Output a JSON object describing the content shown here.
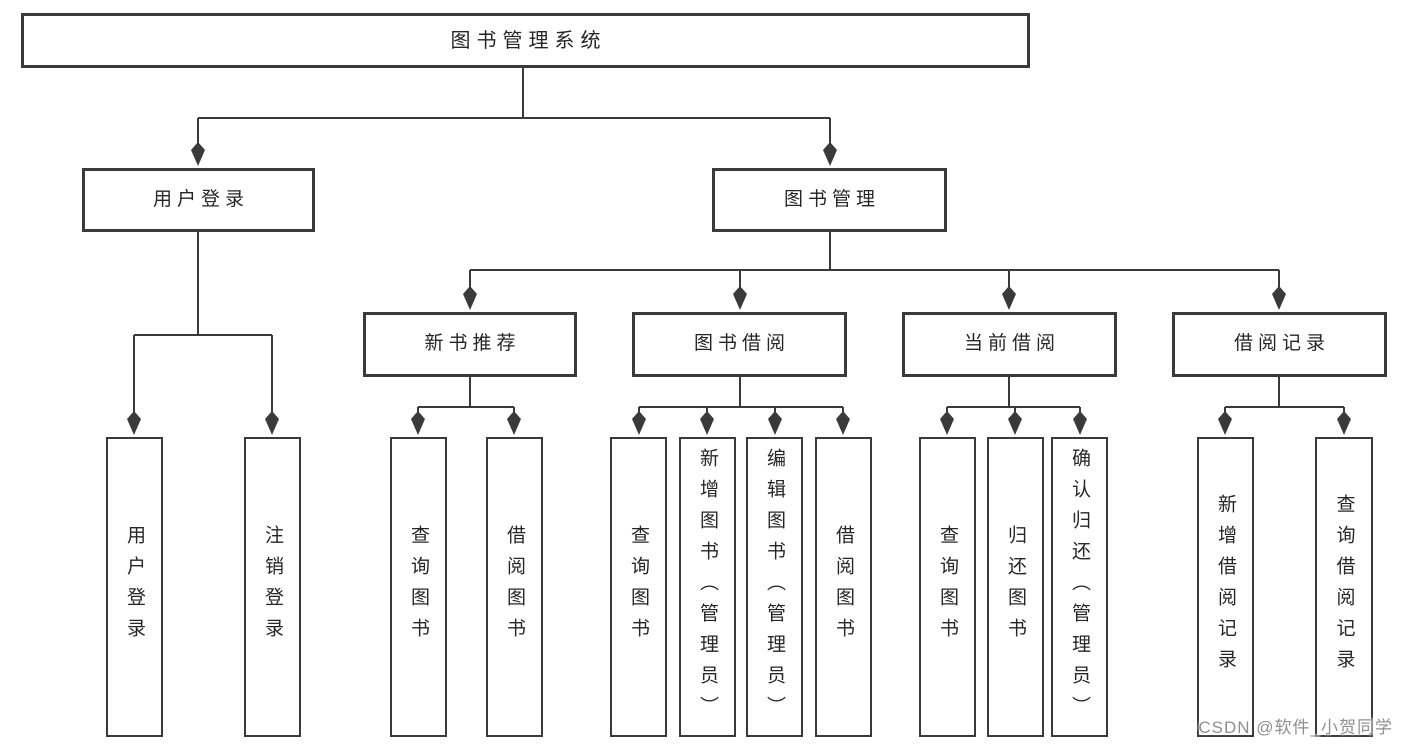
{
  "diagram": {
    "title_node": "图书管理系统",
    "root": {
      "label": "图书管理系统"
    },
    "level2": [
      {
        "label": "用户登录",
        "parent": "图书管理系统"
      },
      {
        "label": "图书管理",
        "parent": "图书管理系统"
      }
    ],
    "level3": [
      {
        "label": "新书推荐",
        "parent": "图书管理"
      },
      {
        "label": "图书借阅",
        "parent": "图书管理"
      },
      {
        "label": "当前借阅",
        "parent": "图书管理"
      },
      {
        "label": "借阅记录",
        "parent": "图书管理"
      }
    ],
    "leaves": [
      {
        "label": "用户登录",
        "parent": "用户登录"
      },
      {
        "label": "注销登录",
        "parent": "用户登录"
      },
      {
        "label": "查询图书",
        "parent": "新书推荐"
      },
      {
        "label": "借阅图书",
        "parent": "新书推荐"
      },
      {
        "label": "查询图书",
        "parent": "图书借阅"
      },
      {
        "label": "新增图书（管理员）",
        "parent": "图书借阅"
      },
      {
        "label": "编辑图书（管理员）",
        "parent": "图书借阅"
      },
      {
        "label": "借阅图书",
        "parent": "图书借阅"
      },
      {
        "label": "查询图书",
        "parent": "当前借阅"
      },
      {
        "label": "归还图书",
        "parent": "当前借阅"
      },
      {
        "label": "确认归还（管理员）",
        "parent": "当前借阅"
      },
      {
        "label": "新增借阅记录",
        "parent": "借阅记录"
      },
      {
        "label": "查询借阅记录",
        "parent": "借阅记录"
      }
    ]
  },
  "watermark": {
    "text": "CSDN @软件_小贺同学"
  },
  "colors": {
    "line": "#3a3a3a",
    "box_border": "#3a3a3a",
    "text": "#262626",
    "background": "#ffffff",
    "watermark": "#8f8f8f"
  }
}
